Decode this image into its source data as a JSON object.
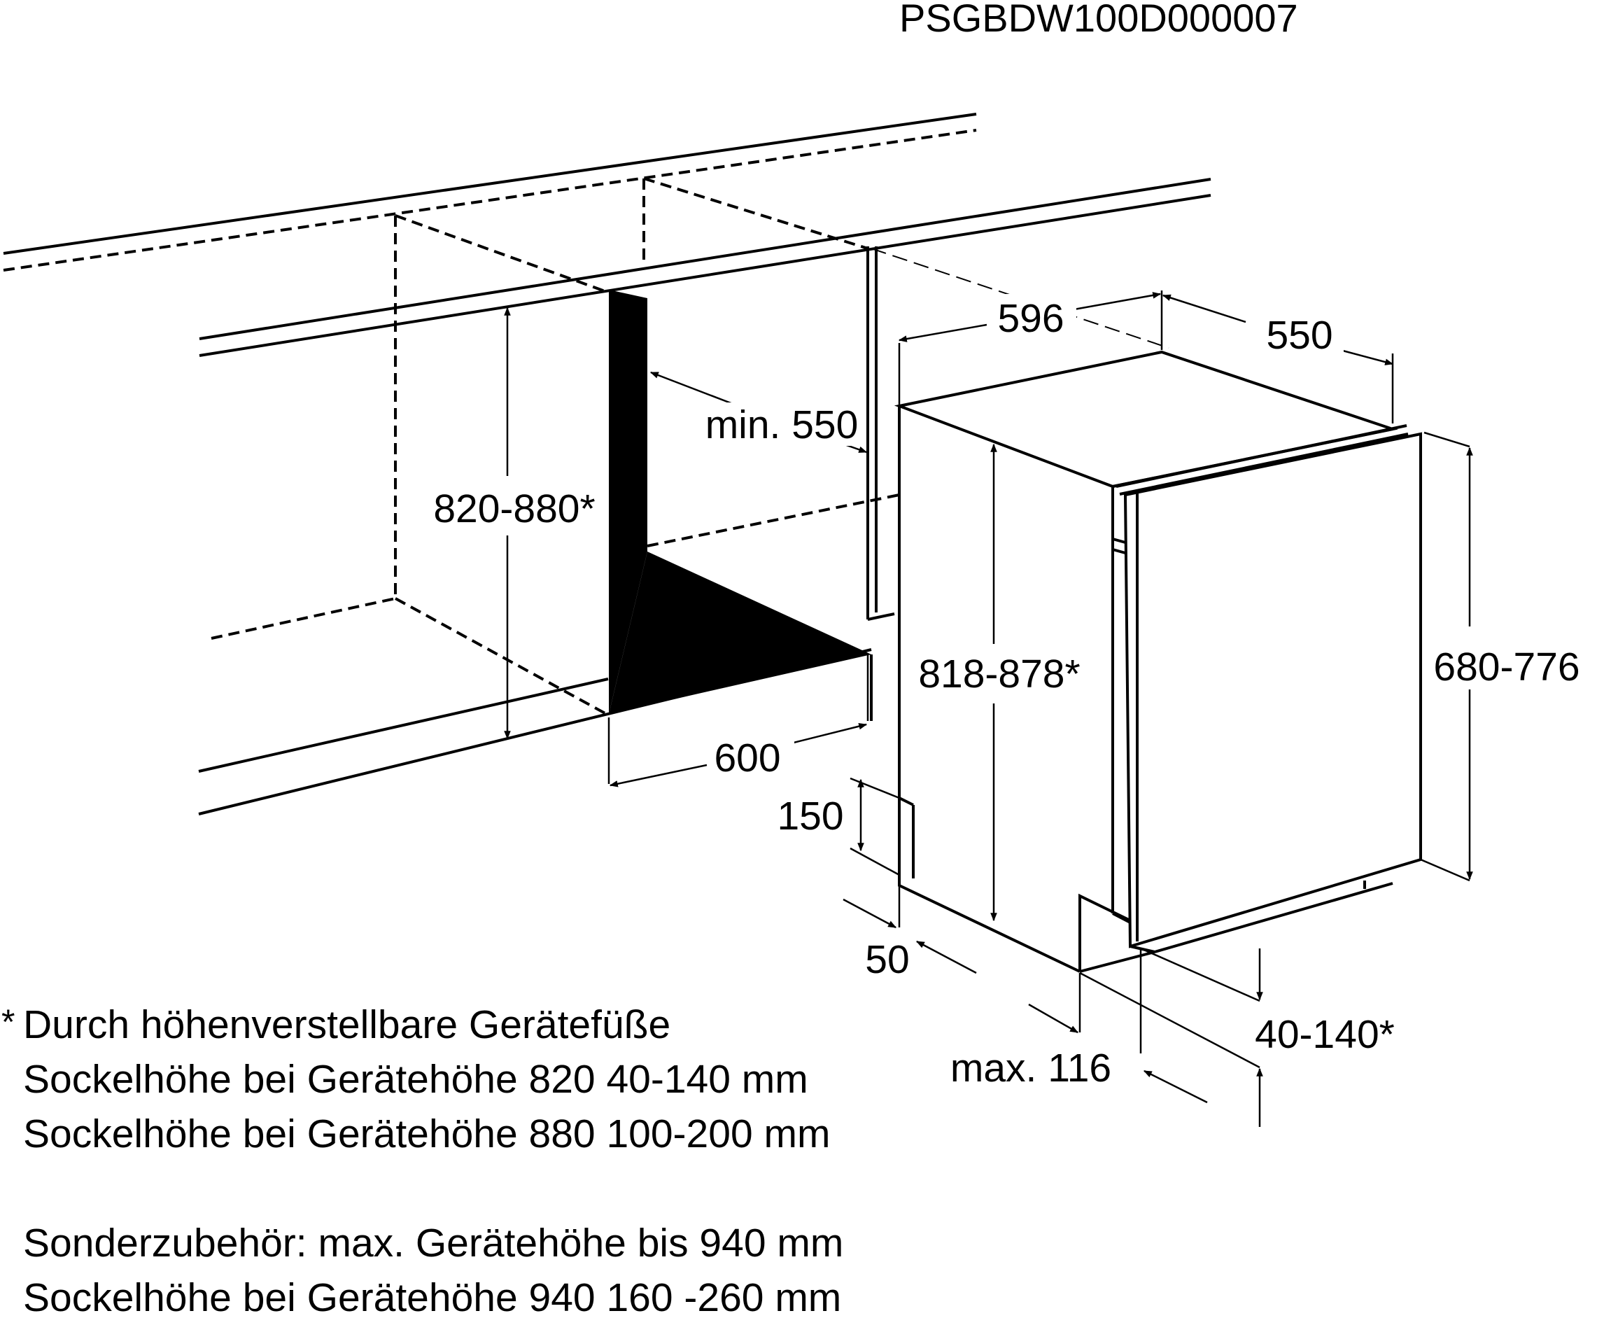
{
  "diagram": {
    "code": "PSGBDW100D000007",
    "dimensions": {
      "niche_width": "596",
      "niche_depth": "550",
      "min_depth": "min. 550",
      "niche_height": "820-880*",
      "appliance_height": "818-878*",
      "door_height": "680-776",
      "width": "600",
      "plinth_150": "150",
      "plinth_50": "50",
      "max_116": "max. 116",
      "plinth_range": "40-140*"
    }
  },
  "notes": {
    "star": "*",
    "line1": "Durch höhenverstellbare Gerätefüße",
    "line2": "Sockelhöhe bei Gerätehöhe 820 40-140 mm",
    "line3": "Sockelhöhe bei Gerätehöhe 880 100-200 mm",
    "line4": "Sonderzubehör: max. Gerätehöhe bis 940 mm",
    "line5": "Sockelhöhe bei Gerätehöhe 940 160 -260 mm"
  }
}
